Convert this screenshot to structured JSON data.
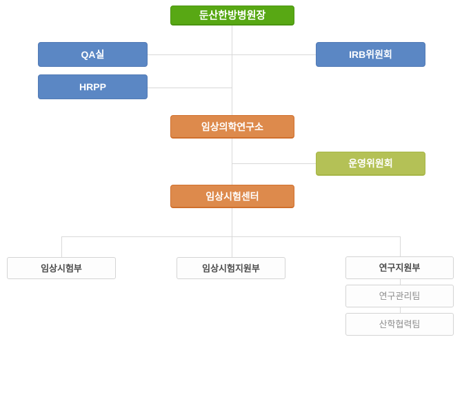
{
  "palette": {
    "green": "#58a814",
    "green_border": "#4a9410",
    "blue": "#5b87c4",
    "blue_border": "#5179b4",
    "orange": "#dd8a4c",
    "orange_border": "#d06f2c",
    "olive": "#b4c156",
    "olive_border": "#a6b545",
    "connector_line": "#d8d8d8",
    "plain_box_border": "#d3d3d3",
    "plain_box_text": "#4b4b4b",
    "team_box_text": "#8e8e8e",
    "background": "#ffffff"
  },
  "org_chart": {
    "director": "둔산한방병원장",
    "qa_office": "QA실",
    "irb_committee": "IRB위원회",
    "hrpp": "HRPP",
    "clinical_medicine_institute": "임상의학연구소",
    "steering_committee": "운영위원회",
    "clinical_trial_center": "임상시험센터",
    "clinical_trial_dept": "임상시험부",
    "clinical_trial_support_dept": "임상시험지원부",
    "research_support_dept": "연구지원부",
    "research_mgmt_team": "연구관리팀",
    "industry_academia_team": "산학협력팀"
  }
}
